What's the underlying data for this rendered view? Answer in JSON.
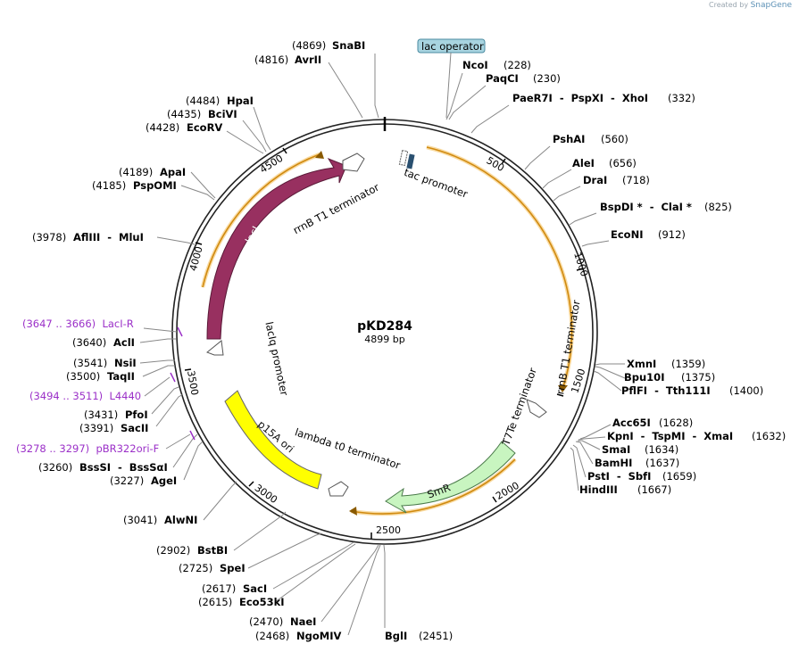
{
  "brand": {
    "created_by": "Created by",
    "app": "SnapGene"
  },
  "plasmid": {
    "name": "pKD284",
    "length_label": "4899 bp"
  },
  "colors": {
    "lacI": "#983060",
    "rrnB_arrow": "#983060",
    "lacIq": "#ffffff",
    "p15A": "#ffff00",
    "SmR": "#c8f5c0",
    "orf": "#f2b030",
    "primer": "#9b30c8",
    "lac_operator": "#a8d4e0",
    "tac": "#2a5070"
  },
  "ticks": [
    "500",
    "1000",
    "1500",
    "2000",
    "2500",
    "3000",
    "3500",
    "4000",
    "4500"
  ],
  "labels": {
    "lac_operator": "lac operator",
    "tac_promoter": "tac promoter",
    "rrnB_T1_a": "rrnB T1 terminator",
    "rrnB_T1_b": "rrnB T1 terminator",
    "T7Te": "T7Te terminator",
    "lambda_t0": "lambda t0 terminator",
    "lacIq": "lacIq promoter",
    "lacI": "lacI",
    "SmR": "SmR",
    "p15A": "p15A ori"
  },
  "sites": [
    {
      "id": "snabi",
      "pos": "(4869)",
      "name": "SnaBI"
    },
    {
      "id": "avrii",
      "pos": "(4816)",
      "name": "AvrII"
    },
    {
      "id": "hpai",
      "pos": "(4484)",
      "name": "HpaI"
    },
    {
      "id": "bcivi",
      "pos": "(4435)",
      "name": "BciVI"
    },
    {
      "id": "ecorv",
      "pos": "(4428)",
      "name": "EcoRV"
    },
    {
      "id": "apai",
      "pos": "(4189)",
      "name": "ApaI"
    },
    {
      "id": "pspomi",
      "pos": "(4185)",
      "name": "PspOMI"
    },
    {
      "id": "afliii",
      "pos": "(3978)",
      "name": "AflIII  -  MluI"
    },
    {
      "id": "acli",
      "pos": "(3640)",
      "name": "AclI"
    },
    {
      "id": "nsii",
      "pos": "(3541)",
      "name": "NsiI"
    },
    {
      "id": "taqii",
      "pos": "(3500)",
      "name": "TaqII"
    },
    {
      "id": "pfoi",
      "pos": "(3431)",
      "name": "PfoI"
    },
    {
      "id": "sacii",
      "pos": "(3391)",
      "name": "SacII"
    },
    {
      "id": "bsssi",
      "pos": "(3260)",
      "name": "BssSI  -  BssSαI"
    },
    {
      "id": "agei",
      "pos": "(3227)",
      "name": "AgeI"
    },
    {
      "id": "alwni",
      "pos": "(3041)",
      "name": "AlwNI"
    },
    {
      "id": "bstbi",
      "pos": "(2902)",
      "name": "BstBI"
    },
    {
      "id": "spei",
      "pos": "(2725)",
      "name": "SpeI"
    },
    {
      "id": "saci",
      "pos": "(2617)",
      "name": "SacI"
    },
    {
      "id": "eco53ki",
      "pos": "(2615)",
      "name": "Eco53kI"
    },
    {
      "id": "naei",
      "pos": "(2470)",
      "name": "NaeI"
    },
    {
      "id": "ngomiv",
      "pos": "(2468)",
      "name": "NgoMIV"
    },
    {
      "id": "bgli",
      "pos": "(2451)",
      "name": "BglI"
    },
    {
      "id": "ncoi",
      "pos": "(228)",
      "name": "NcoI"
    },
    {
      "id": "paqci",
      "pos": "(230)",
      "name": "PaqCI"
    },
    {
      "id": "paer7i",
      "pos": "(332)",
      "name": "PaeR7I  -  PspXI  -  XhoI"
    },
    {
      "id": "pshai",
      "pos": "(560)",
      "name": "PshAI"
    },
    {
      "id": "alei",
      "pos": "(656)",
      "name": "AleI"
    },
    {
      "id": "drai",
      "pos": "(718)",
      "name": "DraI"
    },
    {
      "id": "bspdi",
      "pos": "(825)",
      "name": "BspDI *  -  ClaI *"
    },
    {
      "id": "econi",
      "pos": "(912)",
      "name": "EcoNI"
    },
    {
      "id": "xmni",
      "pos": "(1359)",
      "name": "XmnI"
    },
    {
      "id": "bpu10i",
      "pos": "(1375)",
      "name": "Bpu10I"
    },
    {
      "id": "pflfi",
      "pos": "(1400)",
      "name": "PflFI  -  Tth111I"
    },
    {
      "id": "acc65i",
      "pos": "(1628)",
      "name": "Acc65I"
    },
    {
      "id": "kpni",
      "pos": "(1632)",
      "name": "KpnI  -  TspMI  -  XmaI"
    },
    {
      "id": "smai",
      "pos": "(1634)",
      "name": "SmaI"
    },
    {
      "id": "bamhi",
      "pos": "(1637)",
      "name": "BamHI"
    },
    {
      "id": "psti",
      "pos": "(1659)",
      "name": "PstI  -  SbfI"
    },
    {
      "id": "hindiii",
      "pos": "(1667)",
      "name": "HindIII"
    }
  ],
  "primers": [
    {
      "id": "laci_r",
      "text": "(3647 .. 3666)  LacI-R"
    },
    {
      "id": "l4440",
      "text": "(3494 .. 3511)  L4440"
    },
    {
      "id": "pbr322",
      "text": "(3278 .. 3297)  pBR322ori-F"
    }
  ]
}
